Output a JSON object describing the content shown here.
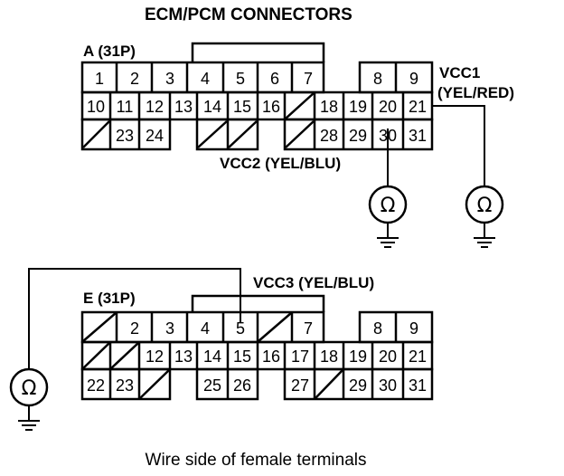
{
  "title": "ECM/PCM CONNECTORS",
  "caption": "Wire side of female terminals",
  "connector_a": {
    "label": "A (31P)",
    "pins": [
      "1",
      "2",
      "3",
      "4",
      "5",
      "6",
      "7",
      "8",
      "9",
      "10",
      "11",
      "12",
      "13",
      "14",
      "15",
      "16",
      "18",
      "19",
      "20",
      "21",
      "23",
      "24",
      "28",
      "29",
      "30",
      "31"
    ]
  },
  "connector_e": {
    "label": "E (31P)",
    "pins": [
      "2",
      "3",
      "4",
      "5",
      "7",
      "8",
      "9",
      "12",
      "13",
      "14",
      "15",
      "16",
      "17",
      "18",
      "19",
      "20",
      "21",
      "22",
      "23",
      "25",
      "26",
      "27",
      "29",
      "30",
      "31"
    ]
  },
  "vcc1": {
    "label": "VCC1",
    "wire": "(YEL/RED)"
  },
  "vcc2": {
    "label": "VCC2 (YEL/BLU)"
  },
  "vcc3": {
    "label": "VCC3 (YEL/BLU)"
  },
  "meter_symbol": "Ω"
}
